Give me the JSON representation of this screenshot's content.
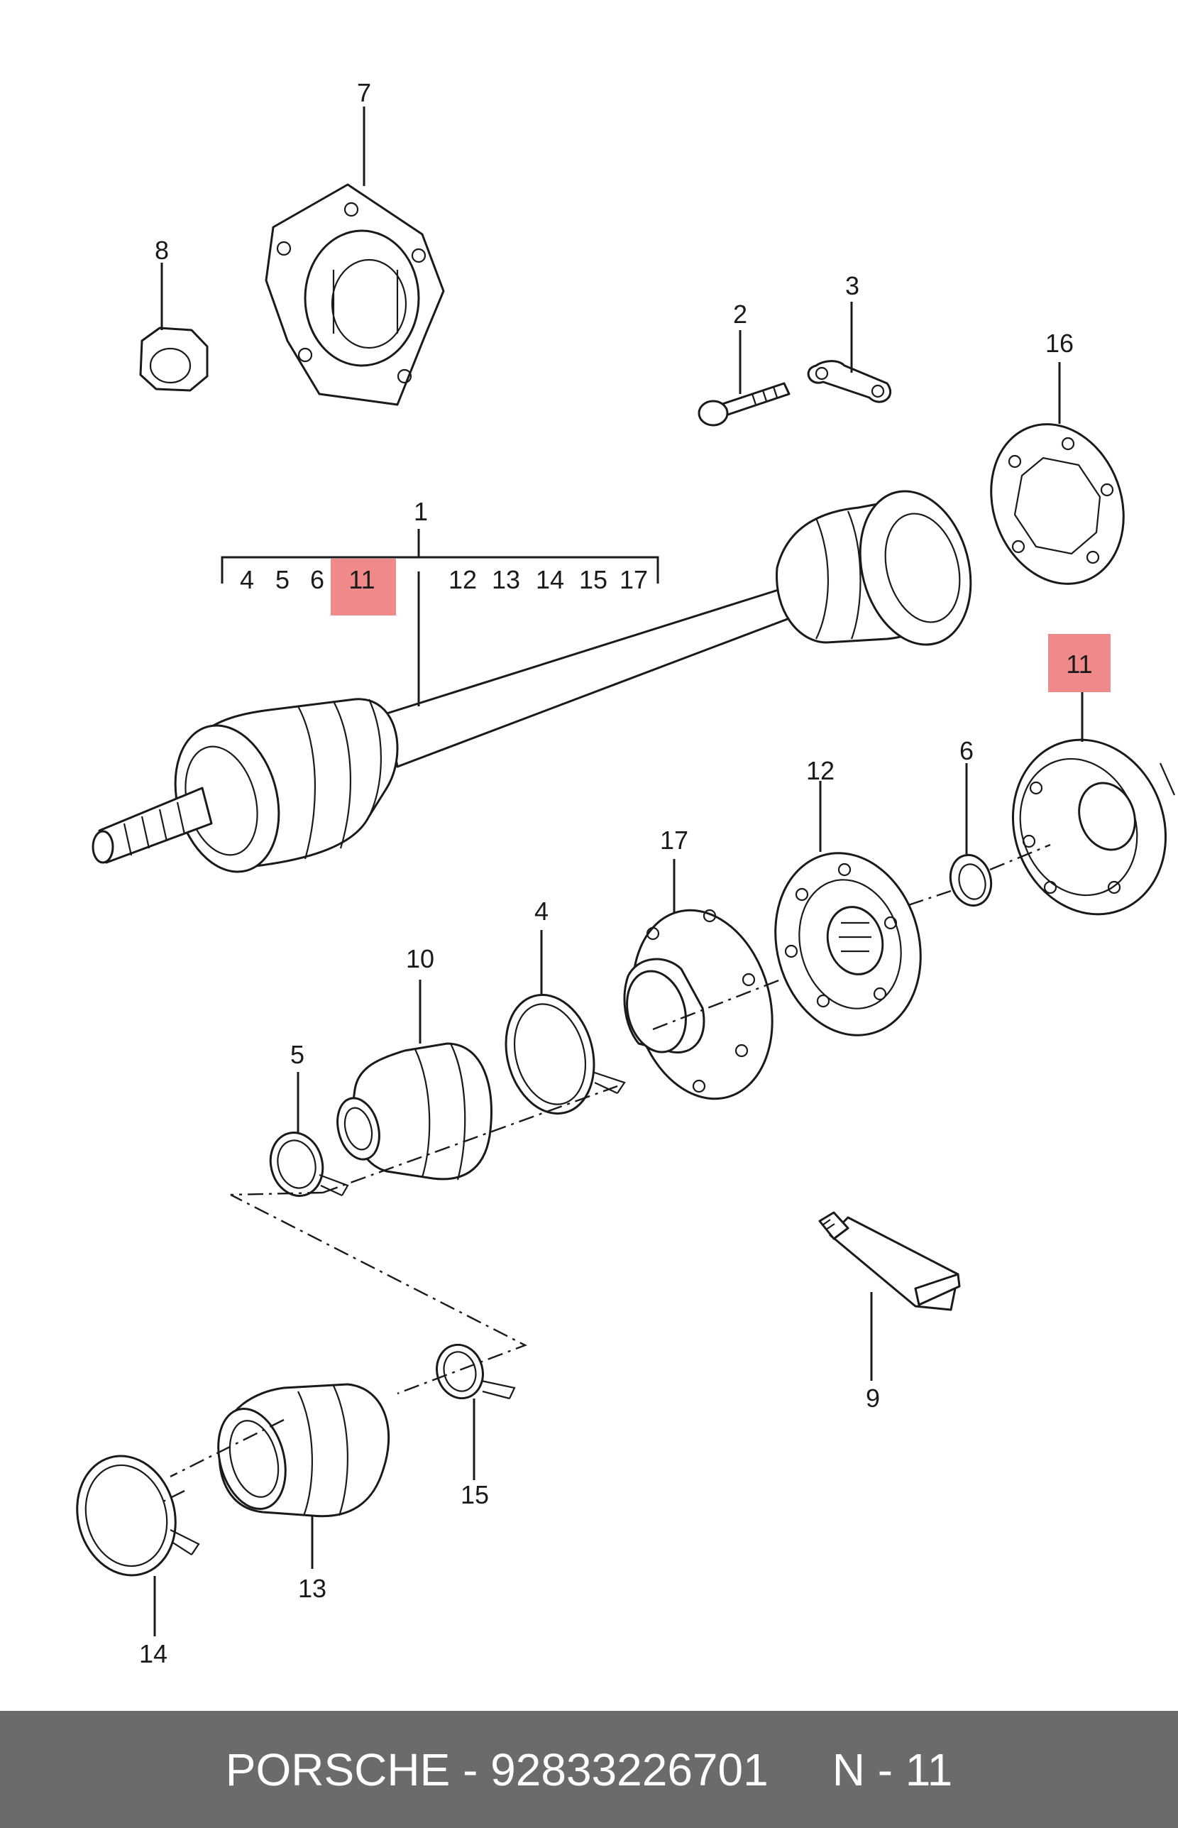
{
  "diagram": {
    "callouts": {
      "c1": "1",
      "c2": "2",
      "c3": "3",
      "c4": "4",
      "c5": "5",
      "c6": "6",
      "c7": "7",
      "c8": "8",
      "c9": "9",
      "c10": "10",
      "c11": "11",
      "c12": "12",
      "c13": "13",
      "c14": "14",
      "c15": "15",
      "c16": "16",
      "c17": "17"
    },
    "assembly_bracket": [
      "4",
      "5",
      "6",
      "11",
      "12",
      "13",
      "14",
      "15",
      "17"
    ],
    "highlight_color": "#f08a8a",
    "highlighted_part": "11"
  },
  "footer": {
    "brand_part": "PORSCHE - 92833226701",
    "position": "N - 11",
    "background": "#6b6b6b"
  }
}
